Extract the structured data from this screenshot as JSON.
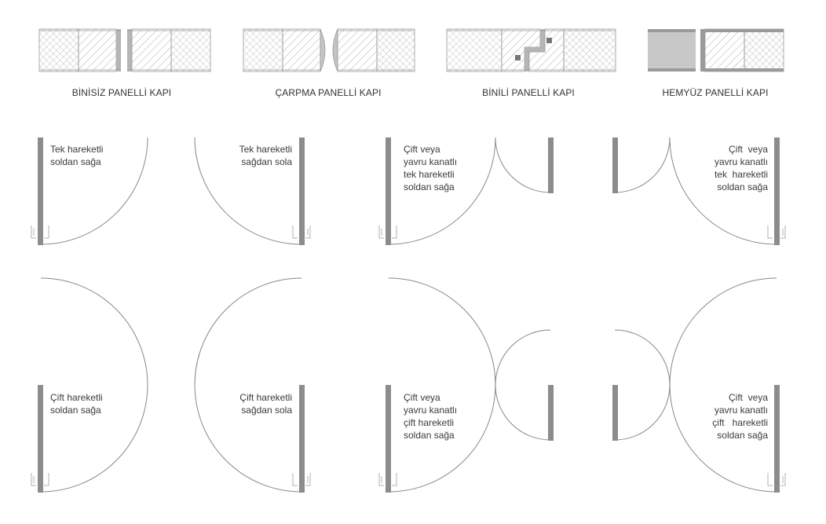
{
  "panel_types": [
    {
      "label": "BİNİSİZ PANELLİ KAPI"
    },
    {
      "label": "ÇARPMA PANELLİ KAPI"
    },
    {
      "label": "BİNİLİ PANELLİ KAPI"
    },
    {
      "label": "HEMYÜZ PANELLİ KAPI"
    }
  ],
  "door_types": [
    {
      "text": "Tek hareketli\nsoldan sağa"
    },
    {
      "text": "Tek hareketli\nsağdan sola"
    },
    {
      "text": "Çift veya\nyavru kanatlı\ntek hareketli\nsoldan sağa"
    },
    {
      "text": "Çift  veya\nyavru kanatlı\ntek  hareketli\nsoldan sağa"
    },
    {
      "text": "Çift hareketli\nsoldan sağa"
    },
    {
      "text": "Çift hareketli\nsağdan sola"
    },
    {
      "text": "Çift veya\nyavru kanatlı\nçift hareketli\nsoldan sağa"
    },
    {
      "text": "Çift  veya\nyavru kanatlı\nçift   hareketli\nsoldan sağa"
    }
  ],
  "colors": {
    "stroke": "#888888",
    "leaf": "#8c8c8c",
    "solid_panel": "#c8c8c8",
    "text": "#3a3a3a"
  }
}
